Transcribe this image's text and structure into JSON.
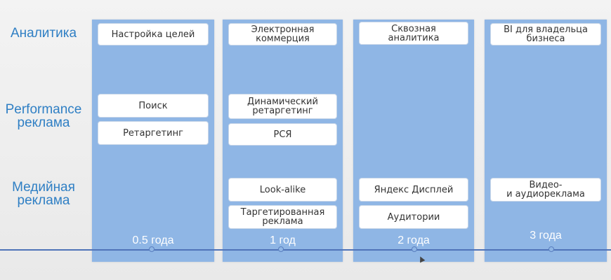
{
  "row_labels": {
    "analytics": "Аналитика",
    "performance": "Performance\nреклама",
    "media": "Медийная\nреклама"
  },
  "columns": [
    {
      "period": "0.5 года",
      "cards": {
        "analytics_1": "Настройка целей",
        "performance_1": "Поиск",
        "performance_2": "Ретаргетинг"
      }
    },
    {
      "period": "1 год",
      "cards": {
        "analytics_1": "Электронная\nкоммерция",
        "performance_1": "Динамический\nретаргетинг",
        "performance_2": "РСЯ",
        "media_1": "Look-alike",
        "media_2": "Таргетированная\nреклама"
      }
    },
    {
      "period": "2 года",
      "cards": {
        "analytics_1": "Сквозная\nаналитика",
        "media_1": "Яндекс Дисплей",
        "media_2": "Аудитории"
      }
    },
    {
      "period": "3 года",
      "cards": {
        "analytics_1": "BI для владельца\nбизнеса",
        "media_1": "Видео-\nи аудиореклама"
      }
    }
  ],
  "colors": {
    "column": "#8fb6e5",
    "row_label": "#2f7fc4",
    "timeline": "#4f73b8",
    "card": "#ffffff"
  }
}
